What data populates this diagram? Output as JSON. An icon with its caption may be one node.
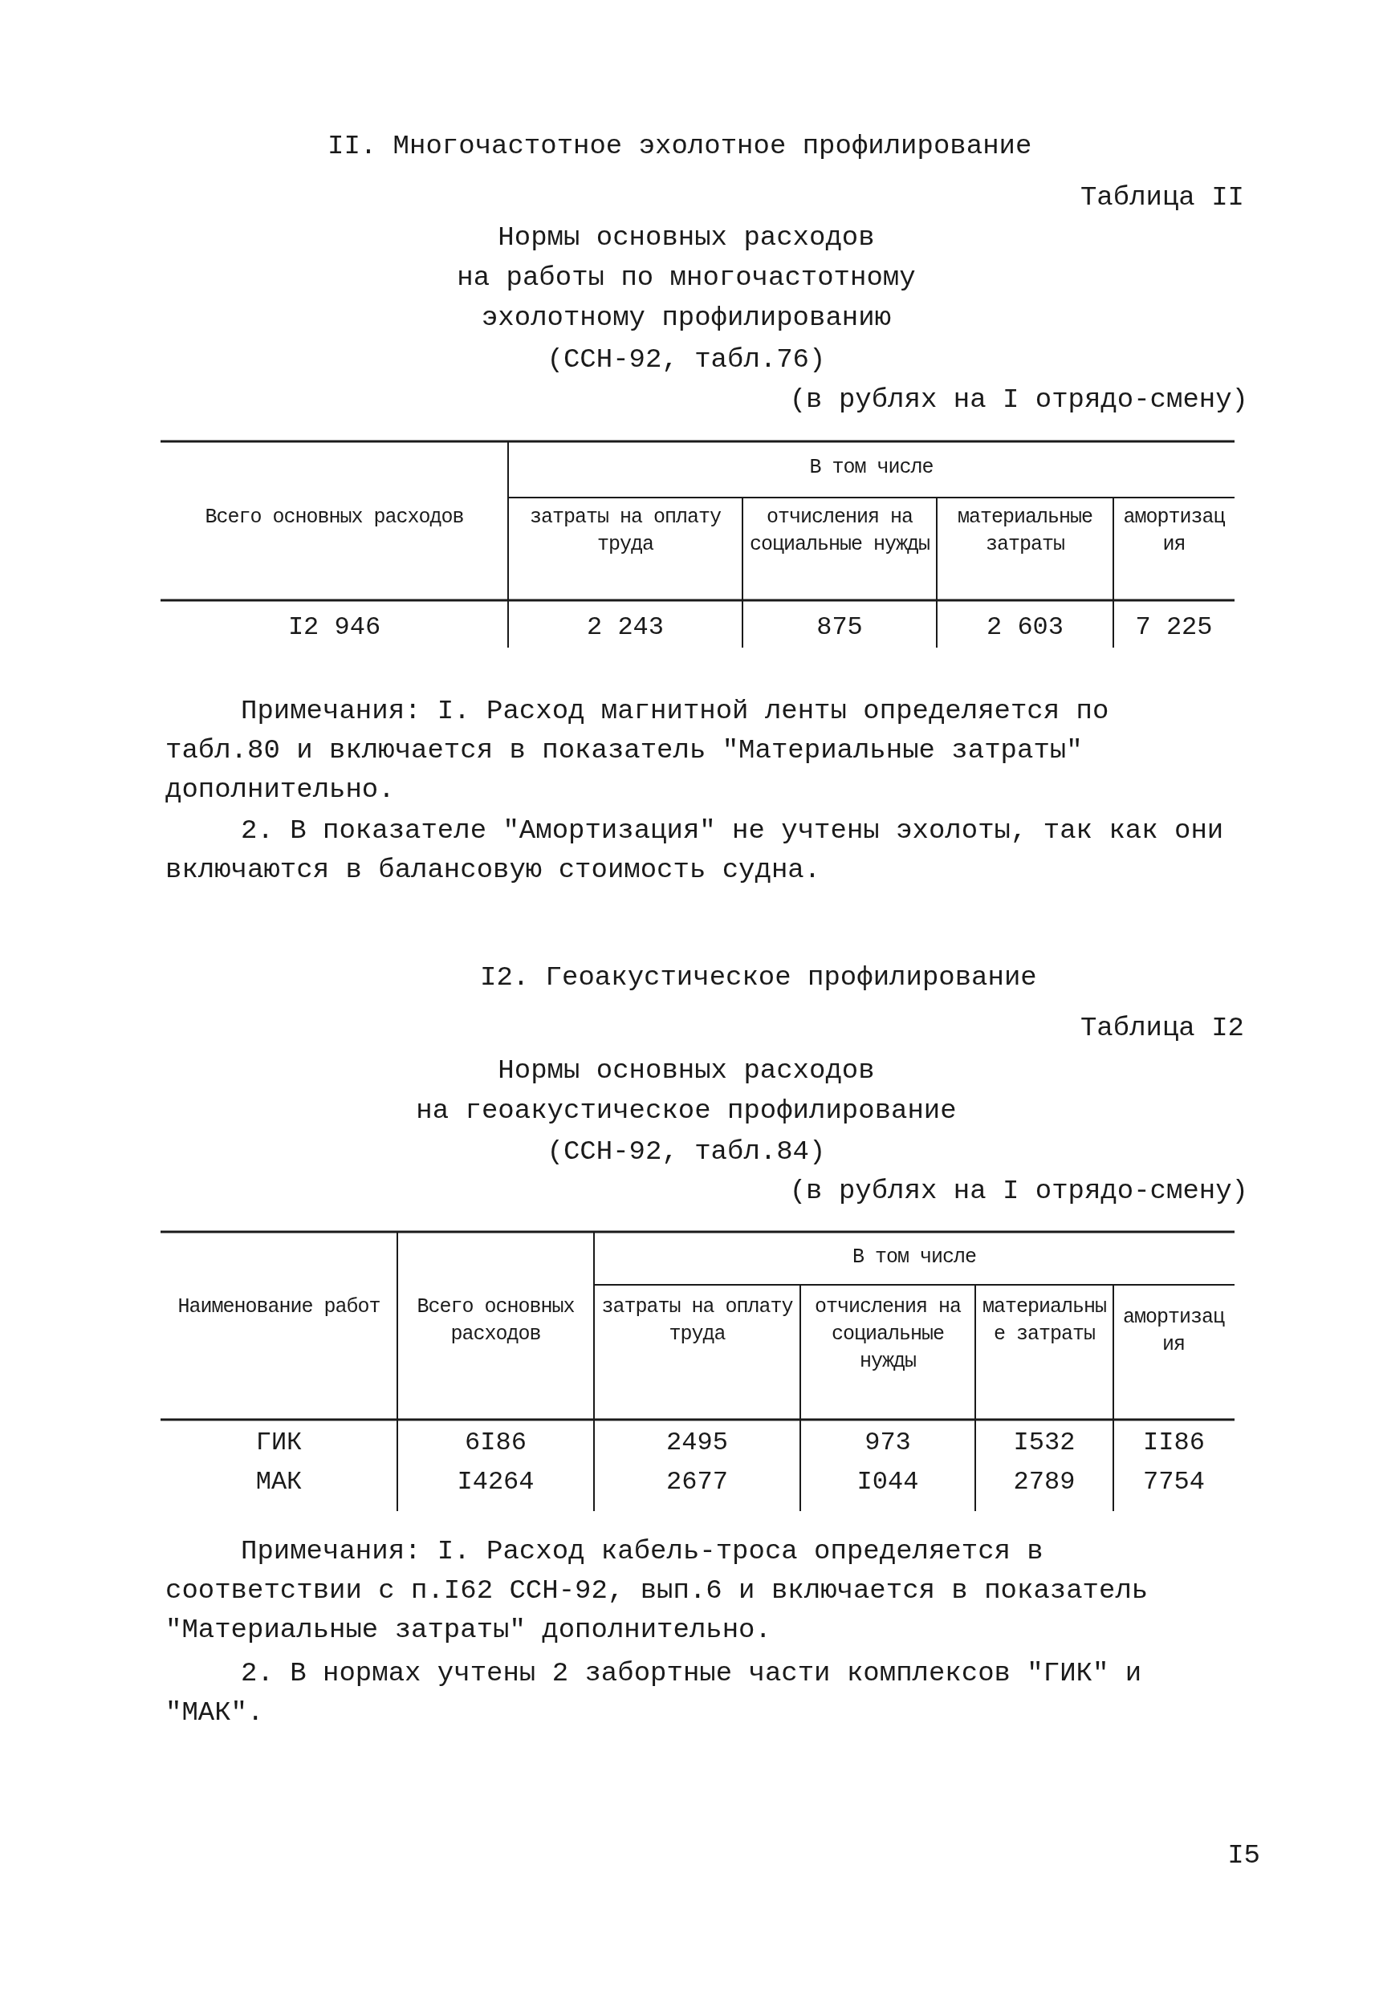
{
  "diagram": {
    "labels": [
      "II. Многочастотное эхолотное профилирование",
      "Таблица II",
      "Нормы основных расходов",
      "на работы по многочастотному",
      "эхолотному профилированию",
      "(ССН-92, табл.76)",
      "(в рублях на I отрядо-смену)",
      "Всего основных расходов",
      "В том числе",
      "затраты на оплату труда",
      "отчисления на социальные нужды",
      "материальные затраты",
      "амортизация",
      "I2 946",
      "2 243",
      "875",
      "2 603",
      "7 225",
      "Примечания: I. Расход магнитной ленты определяется по табл.80 и включается в показатель \"Материальные затраты\" дополнительно.",
      "2. В показателе \"Амортизация\" не учтены эхолоты, так как они включаются в балансовую стоимость судна.",
      "I2. Геоакустическое профилирование",
      "Таблица I2",
      "Нормы основных расходов",
      "на геоакустическое профилирование",
      "(ССН-92, табл.84)",
      "(в рублях на I отрядо-смену)",
      "Наименование работ",
      "Всего основных расходов",
      "В том числе",
      "затраты на оплату труда",
      "отчисления на социальные нужды",
      "материальные затраты",
      "амортизация",
      "ГИК",
      "6I86",
      "2495",
      "973",
      "I532",
      "II86",
      "МАК",
      "I4264",
      "2677",
      "I044",
      "2789",
      "7754",
      "Примечания: I. Расход кабель-троса определяется в соответствии с п.I62 ССН-92, вып.6 и включается в показатель \"Материальные затраты\" дополнительно.",
      "2. В нормах учтены 2 забортные части комплексов \"ГИК\" и \"МАК\".",
      "I5"
    ]
  }
}
